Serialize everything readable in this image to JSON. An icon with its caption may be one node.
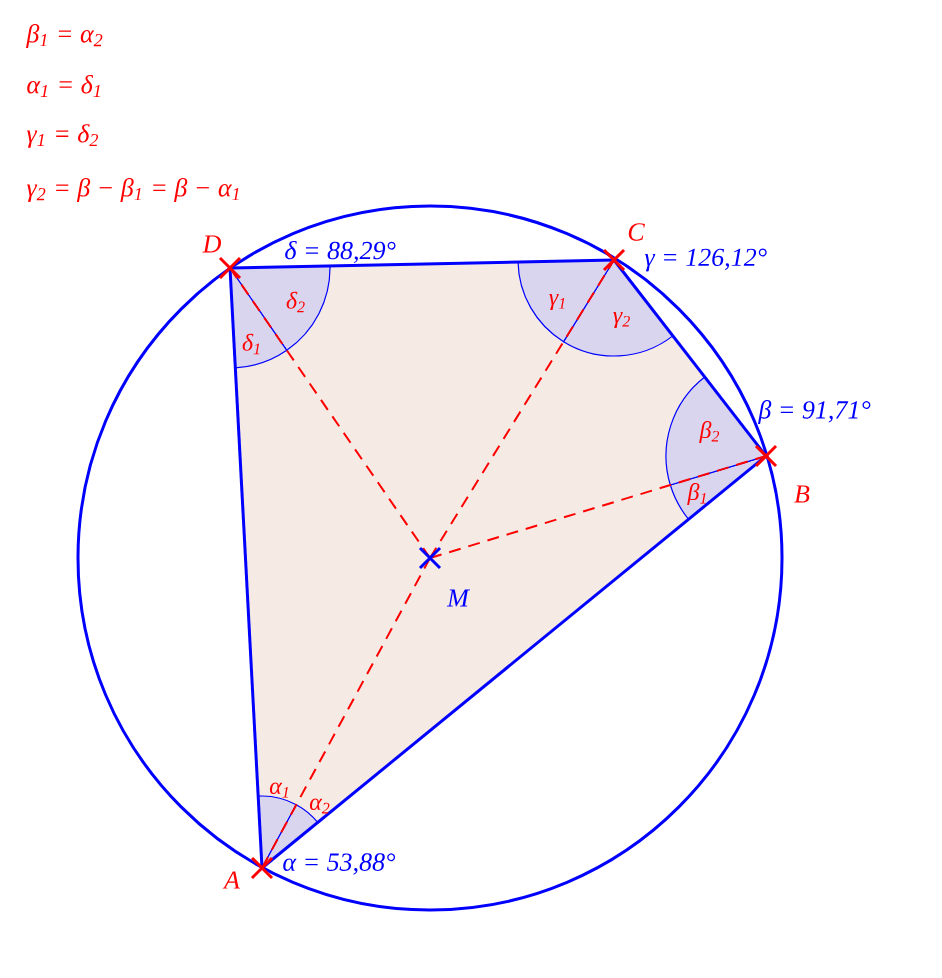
{
  "diagram": {
    "nodes": [
      {
        "text": [
          "D"
        ],
        "beside": [
          "δ = 88,29°"
        ]
      },
      {
        "text": [
          "C"
        ],
        "beside": [
          "γ = 126,12°"
        ]
      },
      {
        "text": [
          "B"
        ],
        "beside": [
          "β = 91,71°"
        ]
      },
      {
        "text": [
          "A"
        ],
        "beside": [
          "α = 53,88°"
        ]
      },
      {
        "text": [
          "M"
        ]
      }
    ],
    "edges": [
      {
        "from": 3,
        "to": 2,
        "arrow": "none"
      },
      {
        "from": 2,
        "to": 1,
        "arrow": "none"
      },
      {
        "from": 1,
        "to": 0,
        "arrow": "none"
      },
      {
        "from": 0,
        "to": 3,
        "arrow": "none"
      },
      {
        "from": 4,
        "to": 0,
        "arrow": "none",
        "style": "dashed",
        "color": "#ff0000"
      },
      {
        "from": 4,
        "to": 1,
        "arrow": "none",
        "style": "dashed",
        "color": "#ff0000"
      },
      {
        "from": 4,
        "to": 2,
        "arrow": "none",
        "style": "dashed",
        "color": "#ff0000"
      },
      {
        "from": 4,
        "to": 3,
        "arrow": "none",
        "style": "dashed",
        "color": "#ff0000"
      }
    ],
    "labels": [
      "β$_{1}$ = α$_{2}$",
      "α$_{1}$ = δ$_{1}$",
      "γ$_{1}$ = δ$_{2}$",
      "γ$_{2}$ = β − β$_{1}$ = β − α$_{1}$",
      "δ$_{2}$",
      "δ$_{1}$",
      "γ$_{1}$",
      "γ$_{2}$",
      "β$_{2}$",
      "β$_{1}$",
      "α$_{1}$",
      "α$_{2}$"
    ]
  }
}
